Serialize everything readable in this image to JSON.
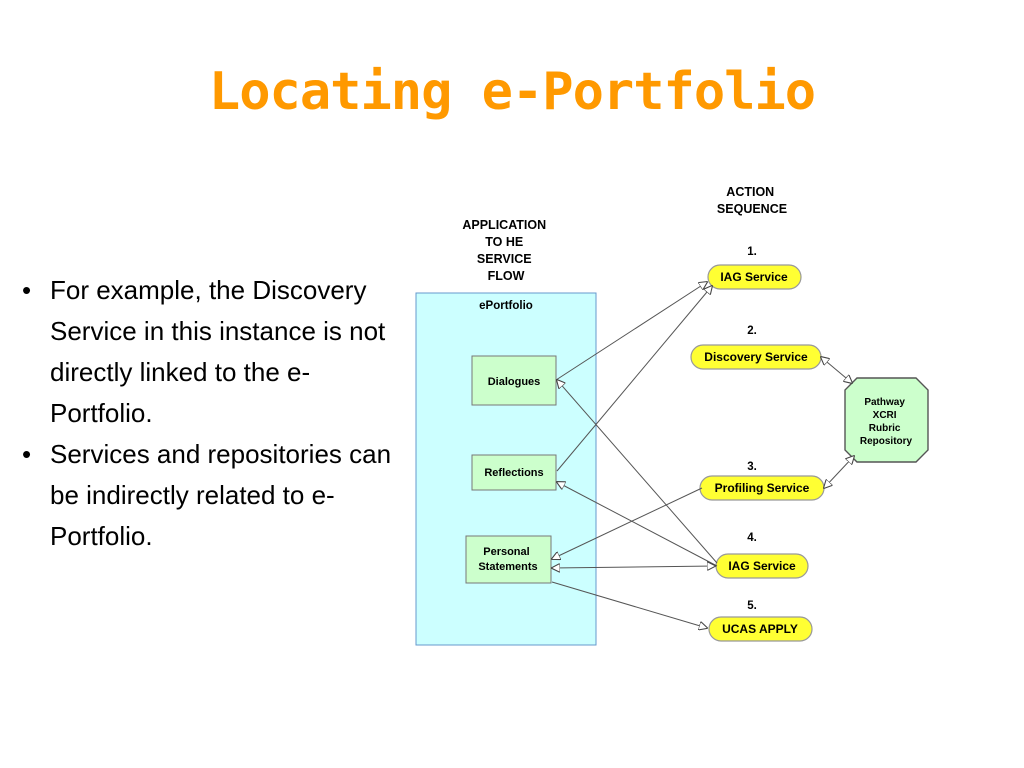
{
  "title": "Locating e-Portfolio",
  "bullets": [
    "For example, the Discovery Service in this instance is not directly linked to the e-Portfolio.",
    "Services and repositories can be indirectly related to e-Portfolio."
  ],
  "diagram": {
    "flow_header": [
      "APPLICATION",
      "TO HE",
      "SERVICE",
      "FLOW"
    ],
    "sequence_header": [
      "ACTION",
      "SEQUENCE"
    ],
    "container_label": "ePortfolio",
    "boxes": {
      "dialogues": [
        "Dialogues"
      ],
      "reflections": [
        "Reflections"
      ],
      "personal": [
        "Personal",
        "Statements"
      ]
    },
    "steps": [
      {
        "num": "1.",
        "label": "IAG Service"
      },
      {
        "num": "2.",
        "label": "Discovery Service"
      },
      {
        "num": "3.",
        "label": "Profiling Service"
      },
      {
        "num": "4.",
        "label": "IAG Service"
      },
      {
        "num": "5.",
        "label": "UCAS APPLY"
      }
    ],
    "repository": [
      "Pathway",
      "XCRI",
      "Rubric",
      "Repository"
    ],
    "colors": {
      "container_fill": "#ccffff",
      "box_fill": "#ccffcc",
      "pill_fill": "#ffff33",
      "title": "#ff9900"
    }
  }
}
